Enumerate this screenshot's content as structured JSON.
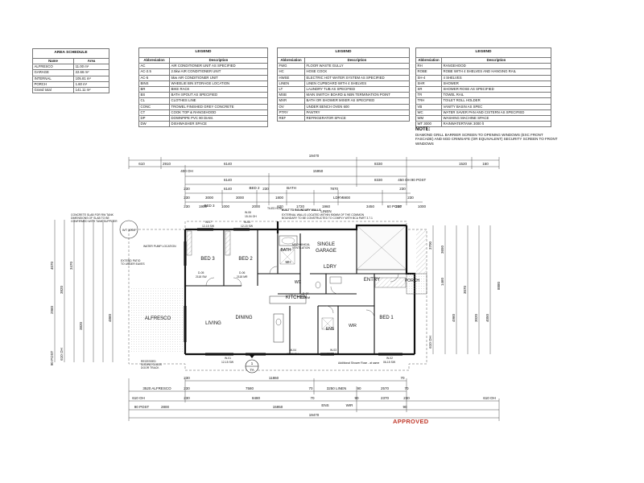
{
  "area_schedule": {
    "title": "AREA SCHEDULE",
    "headers": [
      "Name",
      "Area"
    ],
    "rows": [
      [
        "ALFRESCO",
        "11.00 m²"
      ],
      [
        "GARAGE",
        "22.66 m²"
      ],
      [
        "INTERNAL",
        "105.81 m²"
      ],
      [
        "PORCH",
        "1.60 m²"
      ],
      [
        "Grand total",
        "141.11 m²"
      ]
    ]
  },
  "legend1": {
    "title": "LEGEND",
    "headers": [
      "Abbreviation",
      "Description"
    ],
    "rows": [
      [
        "AC",
        "AIR CONDITIONER UNIT AS SPECIFIED"
      ],
      [
        "AC-2.5",
        "2.5kw AIR CONDITIONER UNIT"
      ],
      [
        "AC-5",
        "5kw AIR CONDITIONER UNIT"
      ],
      [
        "BINS",
        "WHEELIE BIN STORAGE LOCATION"
      ],
      [
        "BR",
        "BIKE RACK"
      ],
      [
        "BS",
        "BATH SPOUT AS SPECIFIED"
      ],
      [
        "CL",
        "CLOTHES LINE"
      ],
      [
        "CONC",
        "TROWEL FINISHED GREY CONCRETE"
      ],
      [
        "CT",
        "COOK TOP & RANGEHOOD"
      ],
      [
        "DP",
        "DOWNPIPE PVC 90 DIAM."
      ],
      [
        "DW",
        "DISHWASHER SPACE"
      ]
    ]
  },
  "legend2": {
    "title": "LEGEND",
    "headers": [
      "Abbreviation",
      "Description"
    ],
    "rows": [
      [
        "FWG",
        "FLOOR WASTE GULLY"
      ],
      [
        "HC",
        "HOSE COCK"
      ],
      [
        "HWSE",
        "ELECTRIC HOT WATER SYSTEM AS SPECIFIED"
      ],
      [
        "LINEN",
        "LINEN CUPBOARD WITH 4 SHELVES"
      ],
      [
        "LT",
        "LAUNDRY TUB AS SPECIFIED"
      ],
      [
        "MSB",
        "MAIN SWITCH BOARD & NBN TERMINATION POINT"
      ],
      [
        "MXR",
        "BATH OR SHOWER MIXER AS SPECIFIED"
      ],
      [
        "OV",
        "UNDER BENCH OVEN 600"
      ],
      [
        "PTRY",
        "PANTRY"
      ],
      [
        "REF",
        "REFRIGERATOR SPACE"
      ]
    ]
  },
  "legend3": {
    "title": "LEGEND",
    "headers": [
      "Abbreviation",
      "Description"
    ],
    "rows": [
      [
        "RH",
        "RANGEHOOD"
      ],
      [
        "ROBE",
        "ROBE WITH 4 SHELVES AND HANGING RAIL"
      ],
      [
        "SH-4",
        "4 SHELVES"
      ],
      [
        "SHR",
        "SHOWER"
      ],
      [
        "SR",
        "SHOWER ROSE AS SPECIFIED"
      ],
      [
        "TR",
        "TOWEL RAIL"
      ],
      [
        "TRH",
        "TOILET ROLL HOLDER"
      ],
      [
        "VB",
        "VANITY BASIN AS SPEC"
      ],
      [
        "WC",
        "WATER SAVER PAN AND CISTERN AS SPECIFIED"
      ],
      [
        "WM",
        "WASHING MACHINE SPACE"
      ],
      [
        "WT 3000",
        "RAINWATERTANK 3000 lt"
      ]
    ]
  },
  "note": {
    "title": "NOTE:",
    "text": "DIAMOND GRILL BARRIER SCREEN TO OPENING WINDOWS (EXC FRONT FASCADE) AND 6GD CRIMSAFE (OR EQUIVALENT) SECURITY SCREEN TO FRONT WINDOWS"
  },
  "rooms": {
    "bed3": "BED 3",
    "bed2": "BED 2",
    "bath": "BATH",
    "single_garage": "SINGLE GARAGE",
    "lndry": "LDRY",
    "wc": "WC",
    "entry": "ENTRY",
    "porch": "PORCH",
    "kitchen": "KITCHEN",
    "alfresco": "ALFRESCO",
    "living": "LIVING",
    "dining": "DINING",
    "ens": "ENS",
    "wir": "WIR",
    "bed1": "BED 1",
    "mh": "MH",
    "mech_vent": "MECHANICAL VENTILATION"
  },
  "top_dims": {
    "overall": "19470",
    "row1": [
      "610",
      "2910",
      "6140",
      "8330",
      "1520",
      "160"
    ],
    "row1b": [
      "400 OH",
      "15950"
    ],
    "row2": [
      "6140",
      "8330",
      "450 OH"
    ],
    "row3": [
      "230",
      "6140",
      "230",
      "7870",
      "230"
    ],
    "row4": [
      "230",
      "3000",
      "70",
      "3000",
      "70",
      "1800",
      "70",
      "6900",
      "230",
      "90 POST"
    ],
    "row4_labels": [
      "BED 3",
      "BED 2",
      "BATH"
    ],
    "row5": [
      "230",
      "1900",
      "70",
      "1000",
      "70",
      "2000",
      "70",
      "620",
      "70",
      "1720",
      "70",
      "1960",
      "70",
      "3450",
      "230",
      "1000"
    ],
    "row5_labels": [
      "LDRY",
      "LINEN",
      "60 POST"
    ]
  },
  "bottom_dims": {
    "row1": [
      "230",
      "11860",
      "70"
    ],
    "row2": [
      "3520 ALFRESCO",
      "230",
      "7580",
      "70",
      "3250 LINEN",
      "90",
      "2570",
      "70"
    ],
    "row3": [
      "610 OH",
      "230",
      "8480",
      "70",
      "90",
      "2370",
      "230",
      "610 OH"
    ],
    "row3b": [
      "ENS",
      "WIR"
    ],
    "row4": [
      "90 POST",
      "2800",
      "15950",
      "90"
    ],
    "overall": "19470"
  },
  "left_dims": [
    "4070",
    "2960",
    "3820",
    "3470",
    "3820",
    "4860",
    "610 OH",
    "90 POST"
  ],
  "right_dims": [
    "3700",
    "3650",
    "1460",
    "4960",
    "3070",
    "3020",
    "4050",
    "8880",
    "610 OH"
  ],
  "annotations": {
    "concrete_slab": "CONCRETE SLAB FOR RW TANK DIMENSIONS OF SLAB TO BE CONFIRMED WITH TANK SUPPLIER",
    "wt": "WT 3000",
    "water_pump": "WATER PUMP LOCATION",
    "extend_patio": "EXTEND PATIO TO UNDER EAVES",
    "recessed_door": "RECESSED SLIDING GLASS DOOR TRACK",
    "boundary": "BUILT TO BOUNDARY WALLS",
    "boundary_note": "EXTERNAL WALLS LOCATED WITHIN 900MM OF THE COMMON BOUNDARY TO BE CONSTRUCTED TO COMPLY WITH BCA PART 3.7.1",
    "tiled_hob": "TILED HOB",
    "w_06": "W-06",
    "w_06_size": "15-04 OH",
    "w_07": "W-07",
    "w_07_size": "12-15 SW",
    "w_05": "W-05",
    "w_05_size": "12-15 SW",
    "d05": "D-05",
    "d05_size": "2118 SW",
    "d06": "D-06",
    "d06_size": "2118 MR",
    "d07": "D-07",
    "d07_size": "2118 WI",
    "w01": "W-01",
    "w01_size": "12-15 SW",
    "w02": "W-02",
    "w02_size": "06-15 SW",
    "w03": "W-03",
    "w03_size": "06-06 SW",
    "w04": "W-04",
    "w04_size": "06-06 OH",
    "section": "7A",
    "section_num": "1",
    "additional_shower": "Additional Shower Rose - at same"
  },
  "stamp": "APPROVED"
}
